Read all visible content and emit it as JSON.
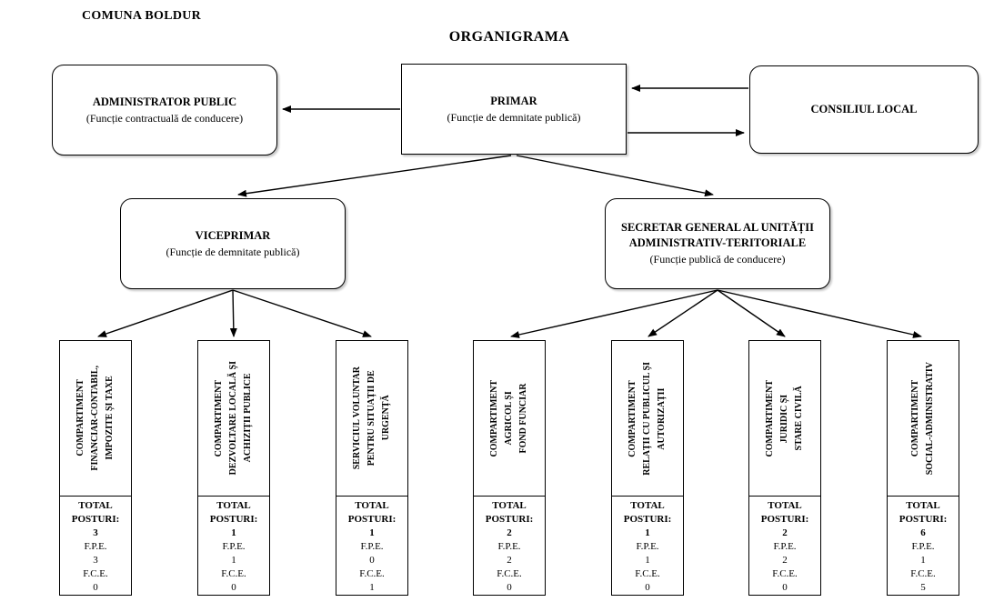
{
  "header": {
    "org_label": "COMUNA BOLDUR",
    "title": "ORGANIGRAMA"
  },
  "boxes": {
    "administrator_public": {
      "title": "ADMINISTRATOR PUBLIC",
      "subtitle": "(Funcție contractuală de conducere)"
    },
    "primar": {
      "title": "PRIMAR",
      "subtitle": "(Funcție de demnitate publică)"
    },
    "consiliul_local": {
      "title": "CONSILIUL LOCAL"
    },
    "viceprimar": {
      "title": "VICEPRIMAR",
      "subtitle": "(Funcție de demnitate publică)"
    },
    "secretar_general": {
      "title": "SECRETAR GENERAL AL UNITĂȚII\nADMINISTRATIV-TERITORIALE",
      "subtitle": "(Funcție publică de conducere)"
    }
  },
  "labels": {
    "total": "TOTAL POSTURI:",
    "fpe": "F.P.E.",
    "fce": "F.C.E."
  },
  "departments": [
    {
      "name": "COMPARTIMENT\nFINANCIAR-CONTABIL,\nIMPOZITE ȘI TAXE",
      "total": "3",
      "fpe": "3",
      "fce": "0"
    },
    {
      "name": "COMPARTIMENT\nDEZVOLTARE LOCALĂ ȘI\nACHIZIȚII PUBLICE",
      "total": "1",
      "fpe": "1",
      "fce": "0"
    },
    {
      "name": "SERVICIUL VOLUNTAR\nPENTRU SITUAȚII DE\nURGENȚĂ",
      "total": "1",
      "fpe": "0",
      "fce": "1"
    },
    {
      "name": "COMPARTIMENT\nAGRICOL ȘI\nFOND FUNCIAR",
      "total": "2",
      "fpe": "2",
      "fce": "0"
    },
    {
      "name": "COMPARTIMENT\nRELAȚII CU PUBLICUL ȘI\nAUTORIZAȚII",
      "total": "1",
      "fpe": "1",
      "fce": "0"
    },
    {
      "name": "COMPARTIMENT\nJURIDIC ȘI\nSTARE CIVILĂ",
      "total": "2",
      "fpe": "2",
      "fce": "0"
    },
    {
      "name": "COMPARTIMENT\nSOCIAL-ADMINISTRATIV",
      "total": "6",
      "fpe": "1",
      "fce": "5"
    }
  ]
}
